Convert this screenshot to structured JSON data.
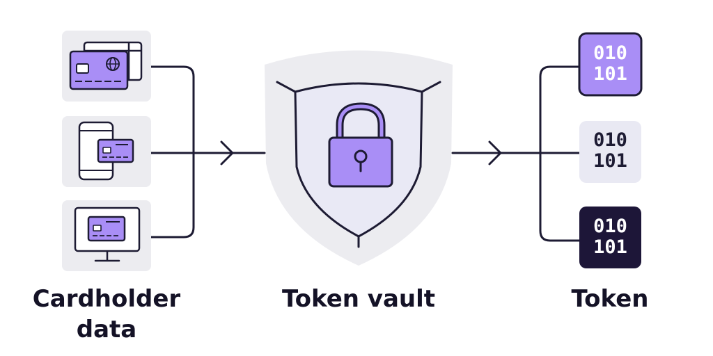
{
  "labels": {
    "cardholder_line1": "Cardholder",
    "cardholder_line2": "data",
    "vault": "Token vault",
    "token": "Token"
  },
  "tokens": [
    {
      "line1": "010",
      "line2": "101",
      "fill": "#a98ef6",
      "text_color": "#ffffff"
    },
    {
      "line1": "010",
      "line2": "101",
      "fill": "#e9e9f3",
      "text_color": "#1d1b33"
    },
    {
      "line1": "010",
      "line2": "101",
      "fill": "#1d1638",
      "text_color": "#ffffff"
    }
  ],
  "sources": [
    {
      "icon": "credit-cards-icon"
    },
    {
      "icon": "mobile-card-icon"
    },
    {
      "icon": "monitor-card-icon"
    }
  ],
  "colors": {
    "accent": "#a98ef6",
    "ink": "#1d1b33",
    "tile": "#ececf0",
    "shield_inner": "#e9e9f5"
  }
}
